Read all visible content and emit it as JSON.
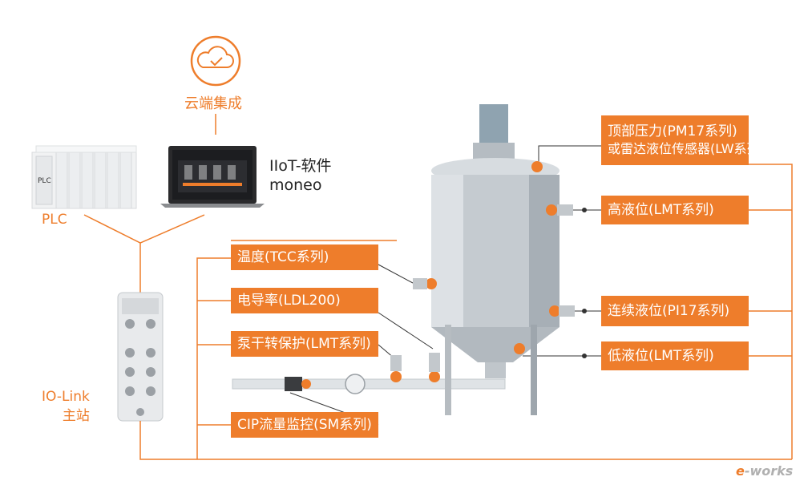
{
  "cloud": {
    "label": "云端集成"
  },
  "plc": {
    "label": "PLC",
    "module_text": "PLC"
  },
  "software": {
    "line1": "IIoT-软件",
    "line2": "moneo"
  },
  "io_link": {
    "line1": "IO-Link",
    "line2": "主站"
  },
  "sensors_left": [
    {
      "label": "温度(TCC系列)"
    },
    {
      "label": "电导率(LDL200)"
    },
    {
      "label": "泵干转保护(LMT系列)"
    },
    {
      "label": "CIP流量监控(SM系列)"
    }
  ],
  "sensors_right": [
    {
      "line1": "顶部压力(PM17系列)",
      "line2": "或雷达液位传感器(LW系列)"
    },
    {
      "label": "高液位(LMT系列)"
    },
    {
      "label": "连续液位(PI17系列)"
    },
    {
      "label": "低液位(LMT系列)"
    }
  ],
  "watermark": {
    "e": "e",
    "rest": "-works"
  },
  "colors": {
    "accent": "#ee7d2b",
    "line": "#ee7d2b",
    "steel": "#c9ced3"
  }
}
